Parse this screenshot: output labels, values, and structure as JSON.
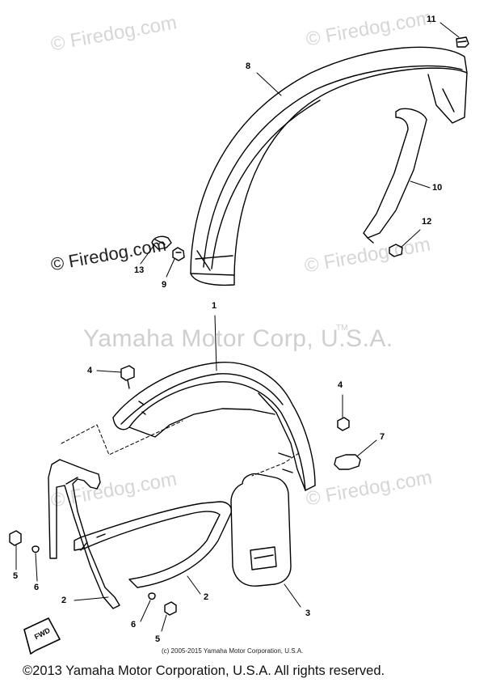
{
  "watermarks": {
    "firedog": "© Firedog.com",
    "brand": "Yamaha Motor Corp, U.S.A.",
    "trademark": "TM"
  },
  "callouts": {
    "c1": "1",
    "c2a": "2",
    "c2b": "2",
    "c3": "3",
    "c4a": "4",
    "c4b": "4",
    "c5a": "5",
    "c5b": "5",
    "c6a": "6",
    "c6b": "6",
    "c7": "7",
    "c8": "8",
    "c9": "9",
    "c10": "10",
    "c11": "11",
    "c12": "12",
    "c13": "13"
  },
  "fwd_label": "FWD",
  "copyright_small": "(c) 2005-2015 Yamaha Motor Corporation, U.S.A.",
  "copyright_footer": "©2013 Yamaha Motor Corporation, U.S.A. All rights reserved."
}
